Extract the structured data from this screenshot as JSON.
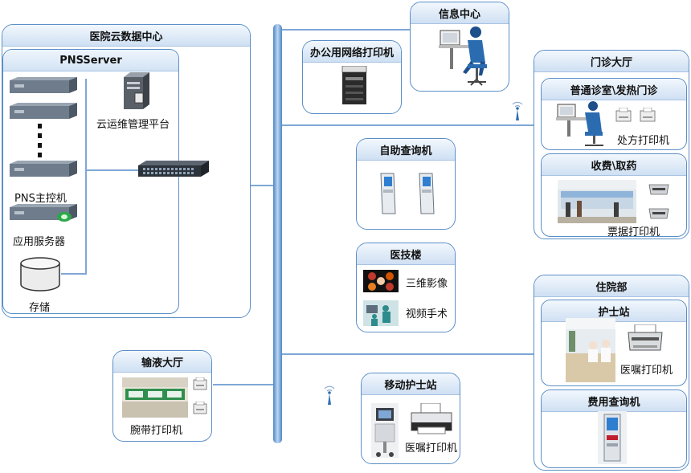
{
  "cloud_center": {
    "title": "医院云数据中心",
    "pns_server": "PNSServer",
    "cloud_platform": "云运维管理平台",
    "pns_master": "PNS主控机",
    "app_server": "应用服务器",
    "storage": "存储"
  },
  "office_printer": {
    "title": "办公用网络打印机"
  },
  "info_center": {
    "title": "信息中心"
  },
  "self_service": {
    "title": "自助查询机"
  },
  "medtech": {
    "title": "医技楼",
    "item1": "三维影像",
    "item2": "视频手术"
  },
  "infusion": {
    "title": "输液大厅",
    "printer": "腕带打印机"
  },
  "mobile_nurse": {
    "title": "移动护士站",
    "printer": "医嘱打印机"
  },
  "outpatient": {
    "title": "门诊大厅",
    "clinic": {
      "title": "普通诊室\\发热门诊",
      "printer": "处方打印机"
    },
    "fee": {
      "title": "收费\\取药",
      "printer": "票据打印机"
    }
  },
  "inpatient": {
    "title": "住院部",
    "nurse": {
      "title": "护士站",
      "printer": "医嘱打印机"
    },
    "query": {
      "title": "费用查询机"
    }
  }
}
